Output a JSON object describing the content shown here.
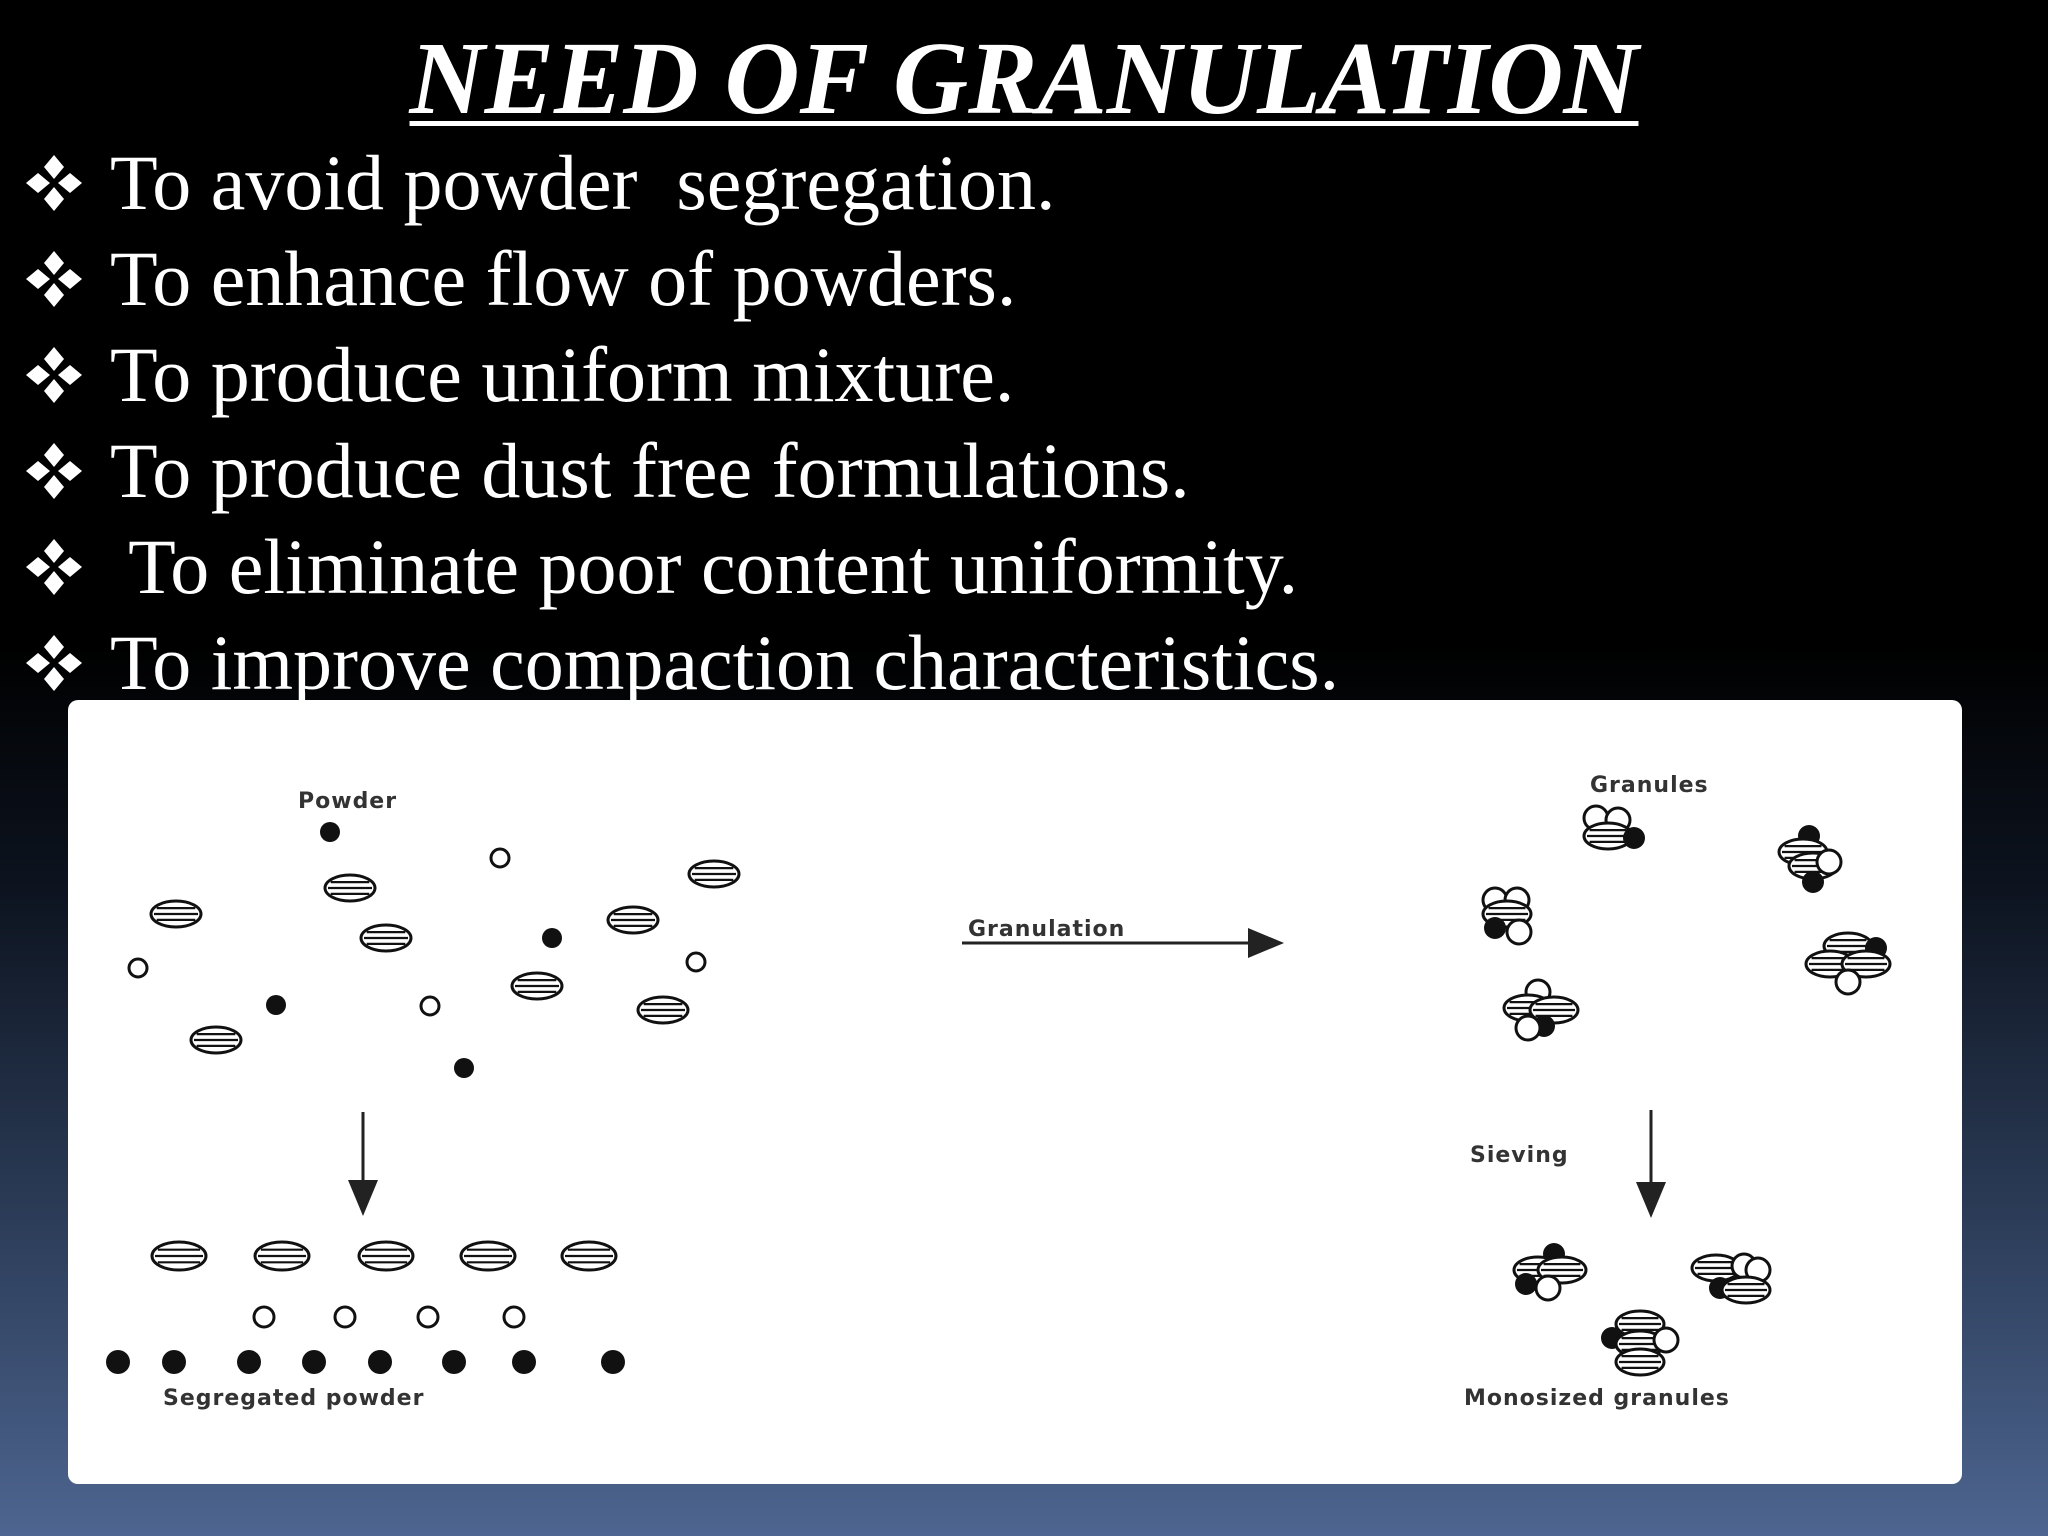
{
  "slide": {
    "title": "NEED OF GRANULATION",
    "bullets": [
      {
        "text": "To avoid powder  segregation."
      },
      {
        "text": "To enhance flow of powders."
      },
      {
        "text": "To produce uniform mixture."
      },
      {
        "text": "To produce dust free formulations."
      },
      {
        "text": " To eliminate poor content uniformity."
      },
      {
        "text": "To improve compaction characteristics."
      }
    ],
    "bullet_icon": "four-diamond-bullet-icon"
  },
  "figure": {
    "labels": {
      "powder": "Powder",
      "granulation": "Granulation",
      "granules": "Granules",
      "sieving": "Sieving",
      "segregated": "Segregated powder",
      "monosized": "Monosized granules"
    }
  },
  "colors": {
    "text": "#ffffff",
    "background_top": "#000000",
    "background_bottom": "#4d6590",
    "figure_background": "#ffffff"
  }
}
